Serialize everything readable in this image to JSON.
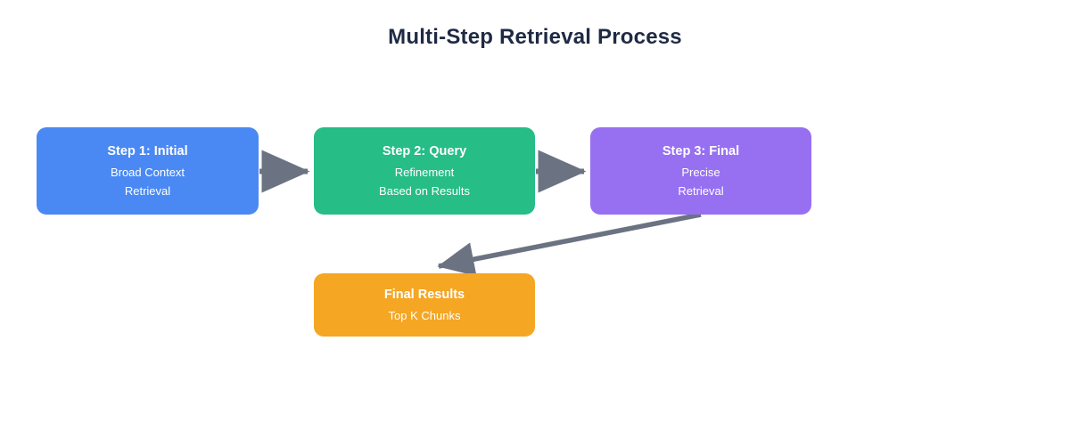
{
  "diagram": {
    "title": "Multi-Step Retrieval Process",
    "type": "flowchart",
    "background_color": "#ffffff",
    "title_color": "#1f2a44",
    "edge_color": "#6b7382",
    "nodes": [
      {
        "id": "step1",
        "title": "Step 1: Initial",
        "lines": [
          "Broad Context",
          "Retrieval"
        ],
        "color": "#4a89f3",
        "text_color": "#ffffff"
      },
      {
        "id": "step2",
        "title": "Step 2: Query",
        "lines": [
          "Refinement",
          "Based on Results"
        ],
        "color": "#26bd87",
        "text_color": "#ffffff"
      },
      {
        "id": "step3",
        "title": "Step 3: Final",
        "lines": [
          "Precise",
          "Retrieval"
        ],
        "color": "#9770f2",
        "text_color": "#ffffff"
      },
      {
        "id": "final",
        "title": "Final Results",
        "lines": [
          "Top K Chunks"
        ],
        "color": "#f5a623",
        "text_color": "#ffffff"
      }
    ],
    "edges": [
      {
        "id": "edge-1",
        "from": "step1",
        "to": "step2",
        "label": ""
      },
      {
        "id": "edge-2",
        "from": "step2",
        "to": "step3",
        "label": ""
      },
      {
        "id": "edge-3",
        "from": "step3",
        "to": "final",
        "label": ""
      }
    ]
  }
}
